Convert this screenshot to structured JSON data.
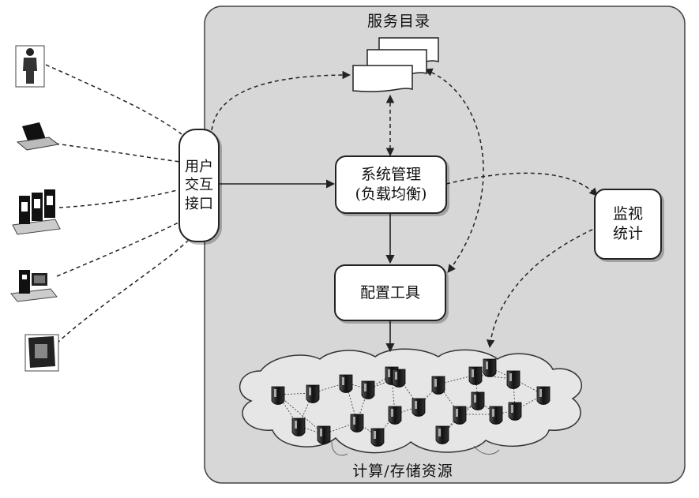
{
  "directory": {
    "label": "服务目录"
  },
  "interface": {
    "line1": "用户",
    "line2": "交互",
    "line3": "接口"
  },
  "system_mgmt": {
    "line1": "系统管理",
    "line2": "(负载均衡)"
  },
  "config_tool": {
    "label": "配置工具"
  },
  "monitor": {
    "line1": "监视",
    "line2": "统计"
  },
  "resources": {
    "label": "计算/存储资源"
  },
  "colors": {
    "panel": "#d7d7d7",
    "line": "#222222",
    "server": "#1a1a1a",
    "cloud": "#e6e6e6"
  },
  "devices": [
    "person-icon",
    "laptop-icon",
    "server-rack-icon",
    "workstation-icon",
    "tablet-icon"
  ]
}
